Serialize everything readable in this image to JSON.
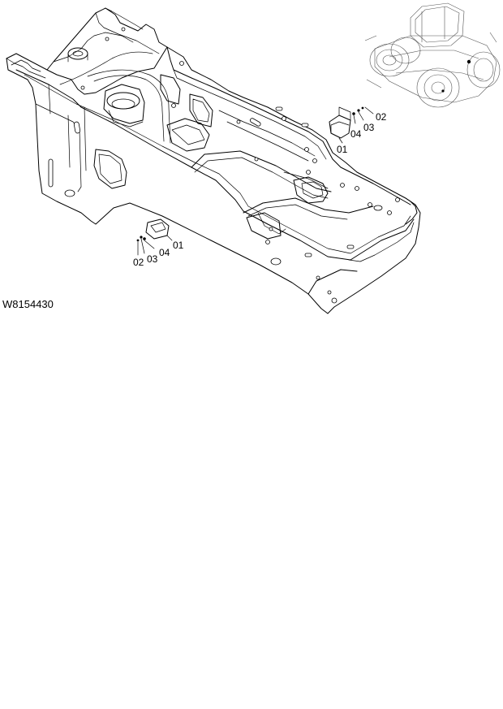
{
  "figure": {
    "id": "W8154430"
  },
  "callouts": {
    "right_group": [
      "01",
      "02",
      "03",
      "04"
    ],
    "left_group": [
      "01",
      "02",
      "03",
      "04"
    ]
  }
}
